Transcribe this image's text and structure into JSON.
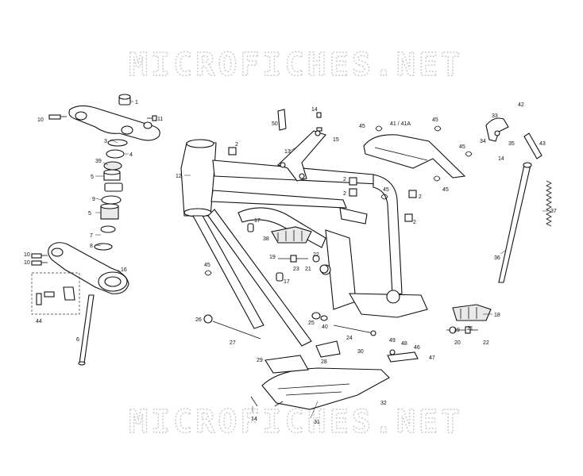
{
  "watermark": {
    "text": "MICROFICHES.NET"
  },
  "callouts": {
    "n1": "1",
    "n2": "2",
    "n3": "3",
    "n4": "4",
    "n5": "5",
    "n6": "6",
    "n7": "7",
    "n8": "8",
    "n9": "9",
    "n10": "10",
    "n11": "11",
    "n12": "12",
    "n13": "13",
    "n14": "14",
    "n15": "15",
    "n16": "16",
    "n17": "17",
    "n18": "18",
    "n19": "19",
    "n20": "20",
    "n21": "21",
    "n22": "22",
    "n23": "23",
    "n24": "24",
    "n25": "25",
    "n26": "26",
    "n27": "27",
    "n28": "28",
    "n29": "29",
    "n30": "30",
    "n31": "31",
    "n32": "32",
    "n33": "33",
    "n34": "34",
    "n35": "35",
    "n36": "36",
    "n37": "37",
    "n38": "38",
    "n39": "39",
    "n40": "40",
    "n4141a": "41 / 41A",
    "n42": "42",
    "n43": "43",
    "n44": "44",
    "n45": "45",
    "n46": "46",
    "n47": "47",
    "n48": "48",
    "n49": "49",
    "n50": "50"
  }
}
